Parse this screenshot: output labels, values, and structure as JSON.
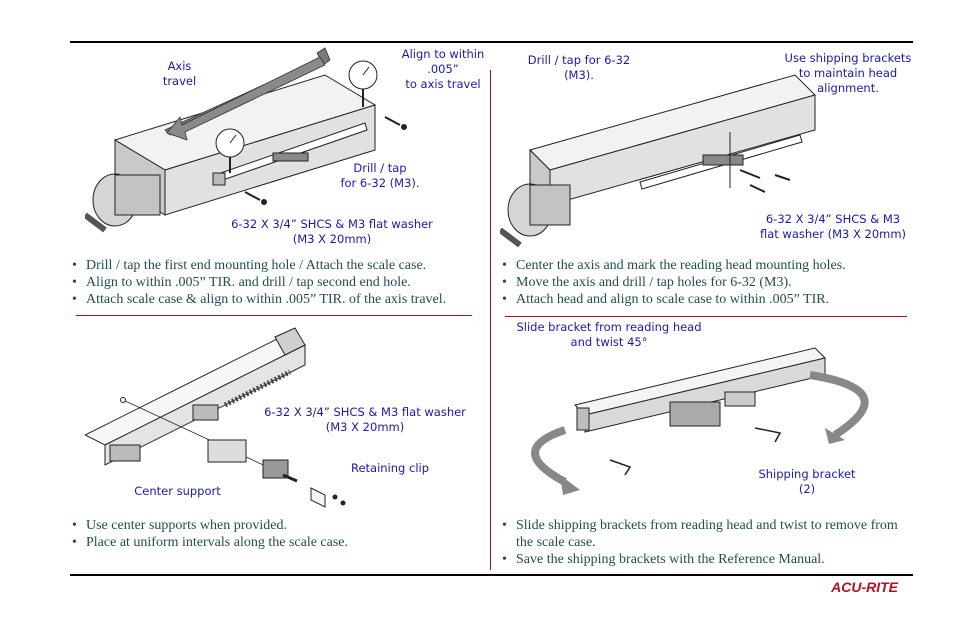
{
  "panels": {
    "top_left": {
      "callouts": {
        "axis_travel": "Axis\ntravel",
        "align": "Align to within\n.005”\nto axis travel",
        "drill": "Drill / tap\nfor 6-32 (M3).",
        "shcs": "6-32 X 3/4” SHCS & M3 flat washer\n(M3 X 20mm)"
      },
      "bullets": [
        "Drill / tap the first end mounting hole / Attach the scale case.",
        "Align to within .005” TIR. and drill / tap second end hole.",
        "Attach scale case & align to within .005” TIR. of the axis travel."
      ]
    },
    "top_right": {
      "callouts": {
        "drill": "Drill / tap for 6-32\n(M3).",
        "shipping": "Use shipping brackets\nto maintain head\nalignment.",
        "shcs": "6-32 X 3/4” SHCS & M3\nflat washer (M3 X 20mm)"
      },
      "bullets": [
        "Center the axis and mark the reading head mounting holes.",
        "Move the axis and drill / tap holes for 6-32 (M3).",
        "Attach head and align to scale case to within .005” TIR."
      ]
    },
    "bottom_left": {
      "callouts": {
        "shcs": "6-32 X 3/4” SHCS & M3 flat washer\n(M3 X 20mm)",
        "retaining": "Retaining clip",
        "center": "Center support"
      },
      "bullets": [
        "Use center supports when provided.",
        "Place at uniform intervals along the scale case."
      ]
    },
    "bottom_right": {
      "callouts": {
        "slide": "Slide bracket from reading head\nand twist 45°",
        "bracket": "Shipping bracket\n(2)"
      },
      "bullets": [
        "Slide shipping brackets from reading head and twist to remove from the scale case.",
        "Save the shipping brackets with the Reference Manual."
      ]
    }
  },
  "footer": {
    "brand": "ACU-RITE"
  },
  "colors": {
    "accent": "#b3121c",
    "callout": "#1a1aa8",
    "body_text": "#1f4e52"
  }
}
